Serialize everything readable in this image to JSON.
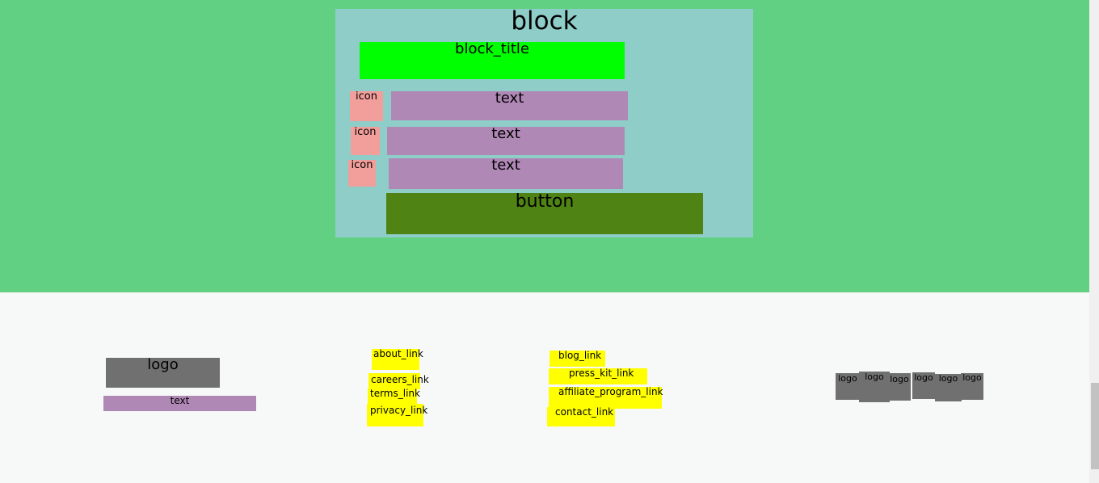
{
  "hero": {
    "block_label": "block",
    "block_title": "block_title",
    "features": [
      {
        "icon": "icon",
        "text": "text"
      },
      {
        "icon": "icon",
        "text": "text"
      },
      {
        "icon": "icon",
        "text": "text"
      }
    ],
    "button_label": "button"
  },
  "footer": {
    "brand": {
      "logo": "logo",
      "text": "text"
    },
    "links_col1": [
      "about_link",
      "careers_link",
      "terms_link",
      "privacy_link"
    ],
    "links_col2": [
      "blog_link",
      "press_kit_link",
      "affiliate_program_link",
      "contact_link"
    ],
    "partner_logos": [
      "logo",
      "logo",
      "logo",
      "logo",
      "logo",
      "logo"
    ]
  },
  "colors": {
    "hero_bg": "#61d083",
    "block_bg": "#8ecdc8",
    "title_bg": "#00ff00",
    "icon_bg": "#f29e9a",
    "text_bg": "#b088b6",
    "button_bg": "#4f8314",
    "logo_bg": "#707070",
    "link_bg": "#ffff00",
    "footer_bg": "#f7f9f8"
  }
}
